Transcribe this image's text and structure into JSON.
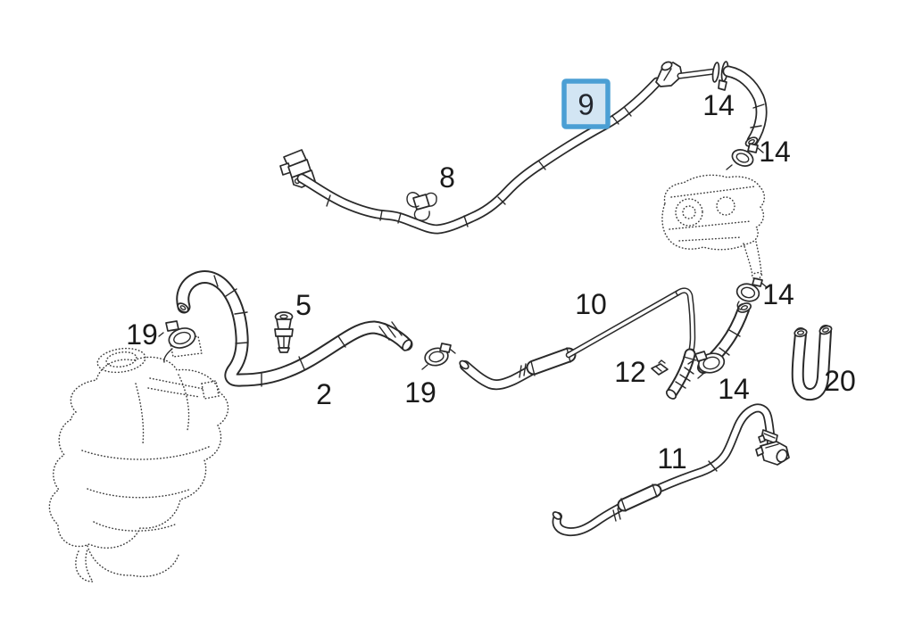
{
  "colors": {
    "background": "#ffffff",
    "line": "#2a2a2a",
    "highlight_border": "#4b9fd4",
    "highlight_fill": "#d2e5f3",
    "highlight_text": "#23272e"
  },
  "parts": {
    "labels": [
      {
        "text": "9",
        "highlighted": true
      },
      {
        "text": "14"
      },
      {
        "text": "14"
      },
      {
        "text": "8"
      },
      {
        "text": "5"
      },
      {
        "text": "19"
      },
      {
        "text": "2"
      },
      {
        "text": "19"
      },
      {
        "text": "10"
      },
      {
        "text": "12"
      },
      {
        "text": "14"
      },
      {
        "text": "14"
      },
      {
        "text": "20"
      },
      {
        "text": "11"
      }
    ]
  }
}
